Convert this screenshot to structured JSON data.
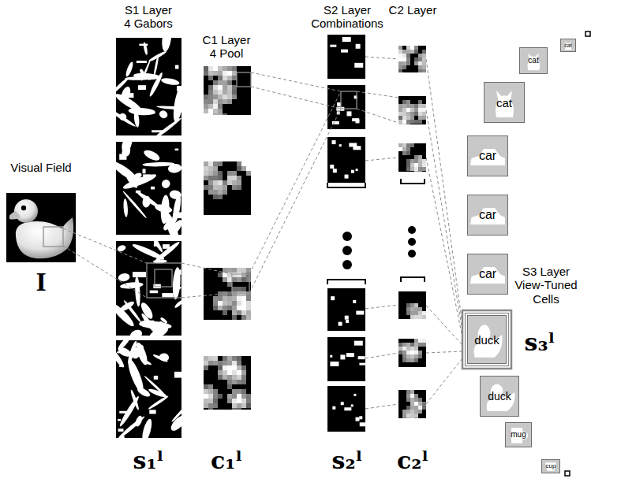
{
  "diagram": {
    "nodes": [
      {
        "text": [
          "cat"
        ]
      },
      {
        "text": [
          "cat"
        ]
      },
      {
        "text": [
          "cat"
        ]
      },
      {
        "text": [
          "car"
        ]
      },
      {
        "text": [
          "car"
        ]
      },
      {
        "text": [
          "car"
        ]
      },
      {
        "text": [
          "duck"
        ]
      },
      {
        "text": [
          "duck"
        ]
      },
      {
        "text": [
          "mug"
        ]
      },
      {
        "text": [
          "cup"
        ]
      }
    ],
    "labels": [
      "S1 Layer 4 Gabors",
      "S2 Layer Combinations",
      "C2 Layer",
      "C1 Layer 4 Pool",
      "Visual Field",
      "S3 Layer View-Tuned Cells",
      "I",
      "s₃ˡ",
      "s₁ˡ",
      "c₁ˡ",
      "s₂ˡ",
      "c₂ˡ"
    ]
  }
}
